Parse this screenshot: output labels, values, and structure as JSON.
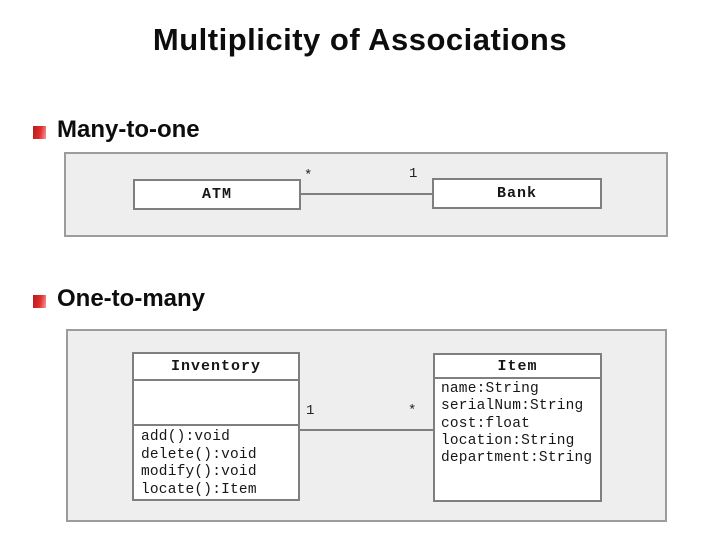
{
  "slide": {
    "title": "Multiplicity of Associations",
    "sections": [
      {
        "bullet_label": "Many-to-one"
      },
      {
        "bullet_label": "One-to-many"
      }
    ]
  },
  "many_to_one_diagram": {
    "left_class_name": "ATM",
    "left_multiplicity": "*",
    "right_class_name": "Bank",
    "right_multiplicity": "1"
  },
  "one_to_many_diagram": {
    "left_class_name": "Inventory",
    "left_multiplicity": "1",
    "left_class_methods": [
      "add():void",
      "delete():void",
      "modify():void",
      "locate():Item"
    ],
    "right_class_name": "Item",
    "right_multiplicity": "*",
    "right_class_attributes": [
      "name:String",
      "serialNum:String",
      "cost:float",
      "location:String",
      "department:String"
    ]
  },
  "colors": {
    "bullet_red_dark": "#b41c1c",
    "bullet_red_mid": "#e22d2d",
    "bullet_red_light": "#f49c9c",
    "panel_background": "#eeeeee",
    "panel_border": "#9c9c9c",
    "class_box_border": "#7f7f7f",
    "text": "#0d0d0d"
  }
}
